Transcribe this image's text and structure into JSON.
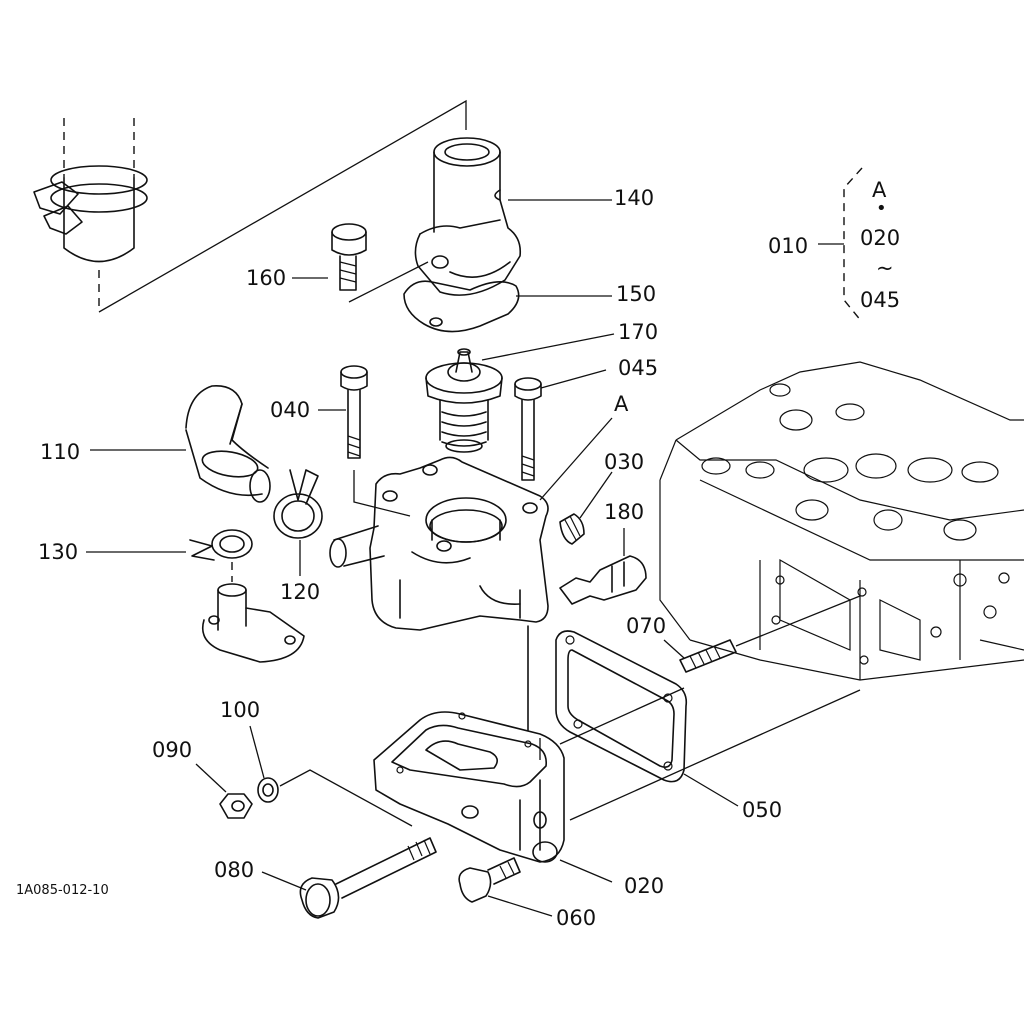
{
  "drawing_id": "1A085-012-10",
  "callouts": {
    "p140": "140",
    "p160": "160",
    "p150": "150",
    "p170": "170",
    "p045": "045",
    "p040": "040",
    "pA": "A",
    "p110": "110",
    "p030": "030",
    "p180": "180",
    "p130": "130",
    "p120": "120",
    "p070": "070",
    "p100": "100",
    "p090": "090",
    "p050": "050",
    "p080": "080",
    "p020": "020",
    "p060": "060",
    "p010": "010"
  },
  "kit_bracket": {
    "top": "A",
    "dot": "•",
    "start": "020",
    "tilde": "~",
    "end": "045"
  }
}
